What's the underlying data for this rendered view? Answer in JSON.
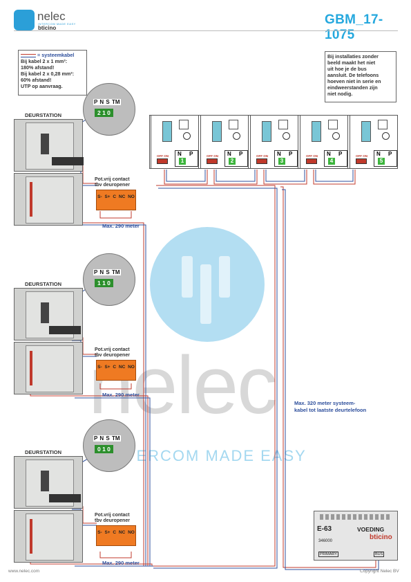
{
  "header": {
    "brand": "nelec",
    "brand_sub": "INTERCOM MADE EASY",
    "brand_bt": "bticino",
    "doc_code": "GBM_17-1075"
  },
  "cable_note": {
    "legend": "= systeemkabel",
    "lines": [
      "Bij kabel 2 x 1 mm²:",
      "180% afstand!",
      "Bij kabel 2 x 0,28 mm²:",
      "60% afstand!",
      "UTP op aanvraag."
    ]
  },
  "install_note": {
    "lines": [
      "Bij installaties zonder",
      "beeld maakt het niet",
      "uit hoe je de bus",
      "aansluit. De telefoons",
      "hoeven niet in serie en",
      "eindweerstanden zijn",
      "niet nodig."
    ]
  },
  "stations": [
    {
      "label": "DEURSTATION",
      "address": "2 1 0",
      "contact_label": [
        "Pot.vrij contact",
        "tbv deuropener"
      ],
      "terminals": "S- S+ C NC NO",
      "distance": "Max. 290 meter"
    },
    {
      "label": "DEURSTATION",
      "address": "1 1 0",
      "contact_label": [
        "Pot.vrij contact",
        "tbv deuropener"
      ],
      "terminals": "S- S+ C NC NO",
      "distance": "Max. 290 meter"
    },
    {
      "label": "DEURSTATION",
      "address": "0 1 0",
      "contact_label": [
        "Pot.vrij contact",
        "tbv deuropener"
      ],
      "terminals": "S- S+ C NC NO",
      "distance": "Max. 290 meter"
    }
  ],
  "dip_labels": "P N S TM",
  "phones": [
    {
      "n": "N",
      "p": "P",
      "id": "1"
    },
    {
      "n": "N",
      "p": "P",
      "id": "2"
    },
    {
      "n": "N",
      "p": "P",
      "id": "3"
    },
    {
      "n": "N",
      "p": "P",
      "id": "4"
    },
    {
      "n": "N",
      "p": "P",
      "id": "5"
    }
  ],
  "phone_switch": "OFF ON",
  "system_distance": [
    "Max. 320 meter systeem-",
    "kabel tot laatste deurtelefoon"
  ],
  "psu": {
    "model": "E-63",
    "label": "VOEDING",
    "code": "346000",
    "primary": "PRIMARY",
    "bus": "BUS"
  },
  "watermark": {
    "big": "nelec",
    "tag": "INTERCOM MADE EASY"
  },
  "footer": {
    "left": "www.nelec.com",
    "right": "Copyright Nelec BV"
  },
  "colors": {
    "accent": "#25a8de",
    "cable_red": "#c0392b",
    "cable_blue": "#2e4f9c",
    "relay": "#ef7a22",
    "phone_green": "#3db53d"
  }
}
